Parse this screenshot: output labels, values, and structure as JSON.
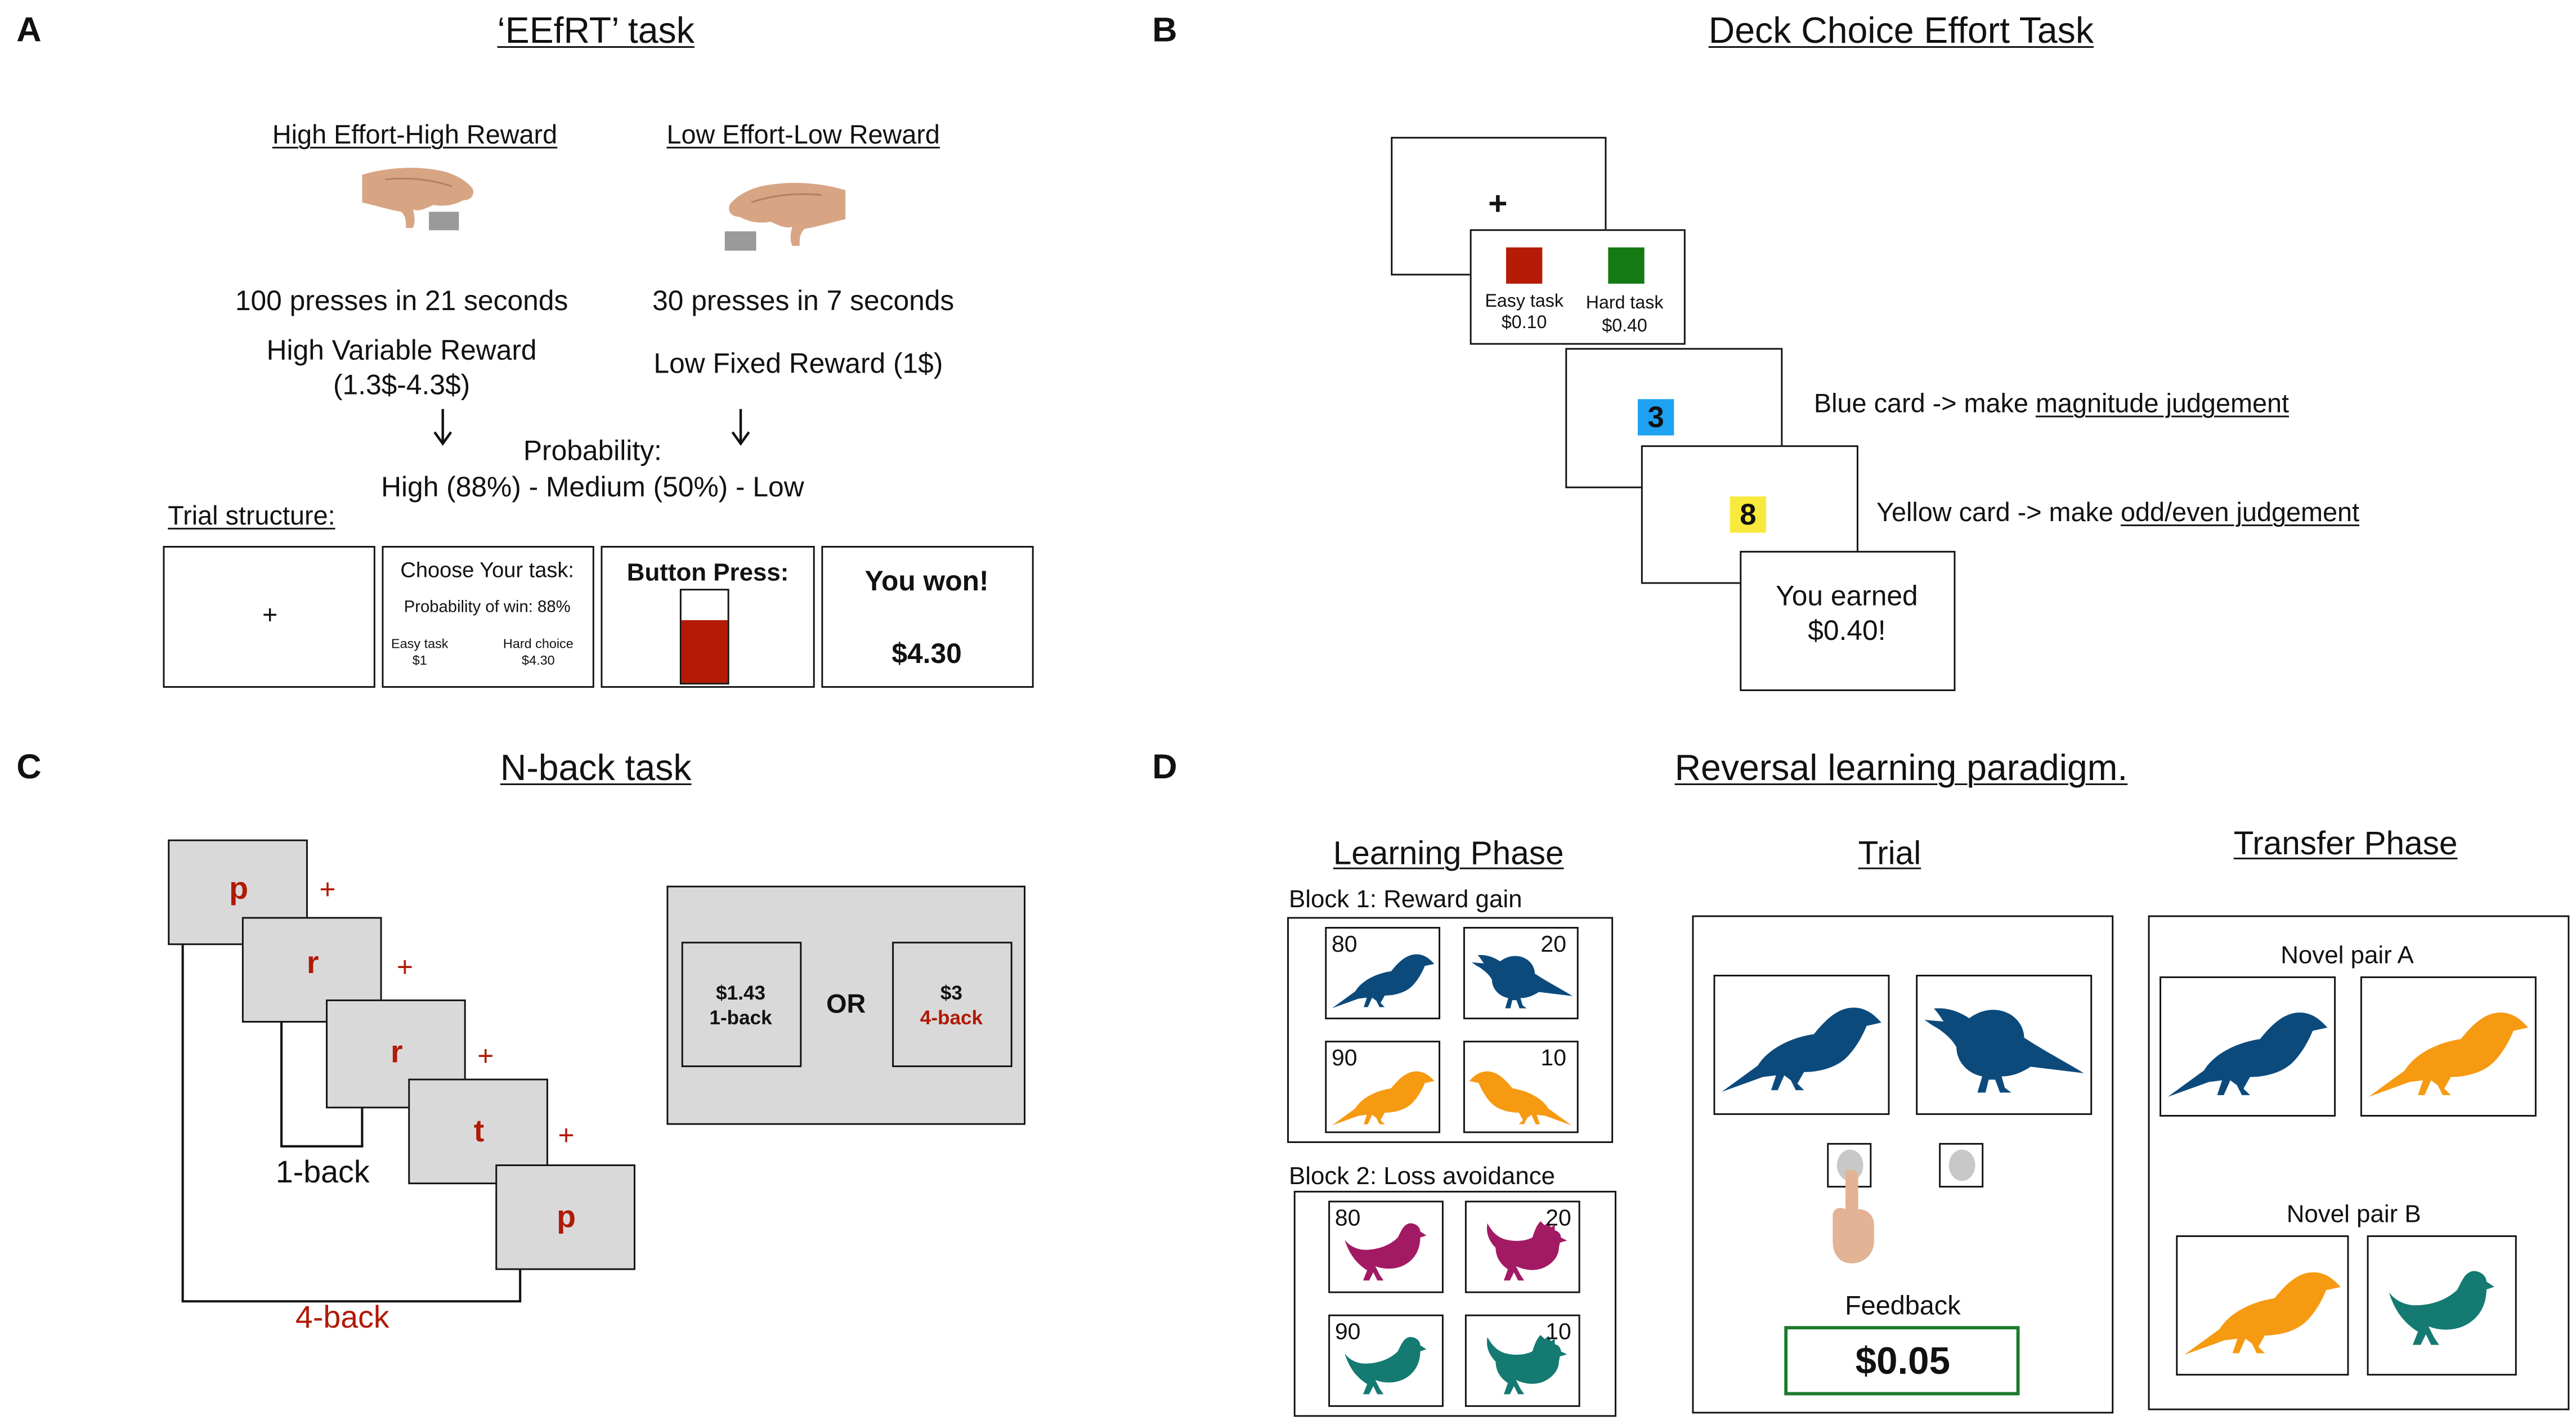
{
  "panels": {
    "A": {
      "letter": "A",
      "title": "‘EEfRT’ task",
      "options": [
        {
          "name": "High Effort-High Reward",
          "presses": "100 presses in 21 seconds",
          "reward_line1": "High Variable Reward",
          "reward_line2": "(1.3$-4.3$)"
        },
        {
          "name": "Low Effort-Low Reward",
          "presses": "30 presses in 7 seconds",
          "reward_line1": "Low Fixed Reward (1$)"
        }
      ],
      "probability_label": "Probability:",
      "probability_levels": "High (88%) - Medium (50%) - Low",
      "trial_structure_label": "Trial structure:",
      "screens": {
        "fixation": "+",
        "choose_title": "Choose Your task:",
        "choose_probability": "Probability of win: 88%",
        "easy_label": "Easy task",
        "easy_value": "$1",
        "hard_label": "Hard choice",
        "hard_value": "$4.30",
        "button_press": "Button Press:",
        "button_press_progress": 0.68,
        "won_title": "You won!",
        "won_amount": "$4.30"
      }
    },
    "B": {
      "letter": "B",
      "title": "Deck Choice Effort Task",
      "fixation": "+",
      "easy_label": "Easy task",
      "easy_value": "$0.10",
      "hard_label": "Hard task",
      "hard_value": "$0.40",
      "blue_card_number": "3",
      "yellow_card_number": "8",
      "blue_rule_prefix": "Blue card -> make ",
      "blue_rule_link": "magnitude judgement",
      "yellow_rule_prefix": "Yellow card -> make ",
      "yellow_rule_link": "odd/even judgement",
      "earned_line1": "You earned",
      "earned_line2": "$0.40!",
      "colors": {
        "red": "#b51b06",
        "green": "#137a14",
        "blue": "#1ea1f1",
        "yellow": "#f7ea3c"
      }
    },
    "C": {
      "letter": "C",
      "title": "N-back task",
      "letters": [
        "p",
        "r",
        "r",
        "t",
        "p"
      ],
      "plus": "+",
      "one_back": "1-back",
      "four_back": "4-back",
      "choice_left_amount": "$1.43",
      "choice_left_level": "1-back",
      "choice_or": "OR",
      "choice_right_amount": "$3",
      "choice_right_level": "4-back",
      "letter_color": "#b01a06"
    },
    "D": {
      "letter": "D",
      "title": "Reversal learning paradigm.",
      "learning_phase": "Learning Phase",
      "trial": "Trial",
      "transfer_phase": "Transfer Phase",
      "block1": "Block 1: Reward gain",
      "block2": "Block 2: Loss avoidance",
      "block1_probs": [
        "80",
        "20",
        "90",
        "10"
      ],
      "block2_probs": [
        "80",
        "20",
        "90",
        "10"
      ],
      "feedback_label": "Feedback",
      "feedback_amount": "$0.05",
      "novel_pair_a": "Novel pair A",
      "novel_pair_b": "Novel pair B",
      "colors": {
        "navy": "#0d4a7c",
        "orange": "#f69a12",
        "magenta": "#a31a64",
        "teal": "#147a72",
        "feedback_border": "#1c7a2c"
      }
    }
  }
}
